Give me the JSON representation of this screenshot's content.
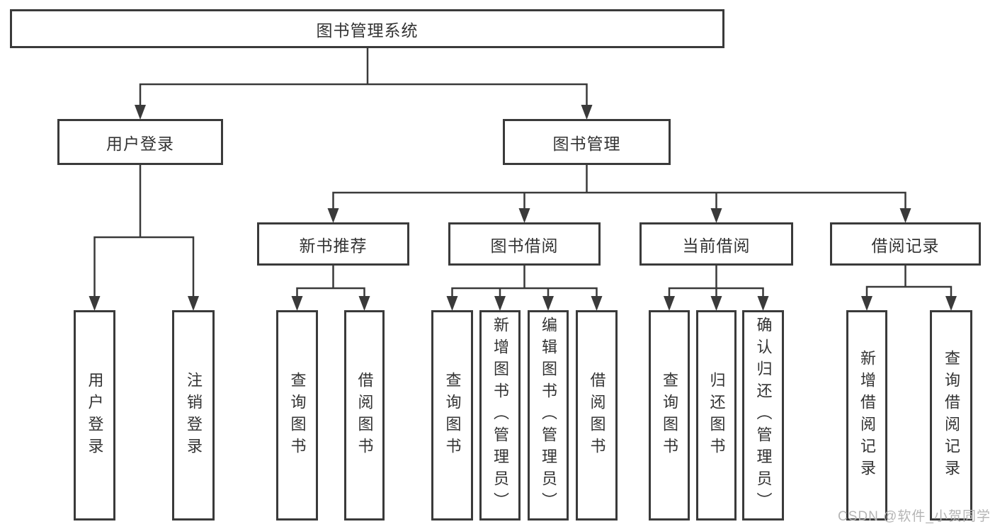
{
  "diagram": {
    "type": "hierarchy-tree",
    "title": "图书管理系统"
  },
  "nodes": {
    "root": {
      "label": "图书管理系统"
    },
    "user_login": {
      "label": "用户登录"
    },
    "book_mgmt": {
      "label": "图书管理"
    },
    "new_book_rec": {
      "label": "新书推荐"
    },
    "book_borrow": {
      "label": "图书借阅"
    },
    "current_borrow": {
      "label": "当前借阅"
    },
    "borrow_records": {
      "label": "借阅记录"
    },
    "ul_user_login": {
      "label": "用户登录"
    },
    "ul_logout": {
      "label": "注销登录"
    },
    "nbr_query_books": {
      "label": "查询图书"
    },
    "nbr_borrow_books": {
      "label": "借阅图书"
    },
    "bb_query_books": {
      "label": "查询图书"
    },
    "bb_add_books": {
      "label": "新增图书（管理员）"
    },
    "bb_edit_books": {
      "label": "编辑图书（管理员）"
    },
    "bb_borrow_books": {
      "label": "借阅图书"
    },
    "cb_query_books": {
      "label": "查询图书"
    },
    "cb_return_books": {
      "label": "归还图书"
    },
    "cb_confirm_return": {
      "label": "确认归还（管理员）"
    },
    "br_add_record": {
      "label": "新增借阅记录"
    },
    "br_query_record": {
      "label": "查询借阅记录"
    }
  },
  "edges": [
    {
      "from": "root",
      "to": "user_login"
    },
    {
      "from": "root",
      "to": "book_mgmt"
    },
    {
      "from": "user_login",
      "to": "ul_user_login"
    },
    {
      "from": "user_login",
      "to": "ul_logout"
    },
    {
      "from": "book_mgmt",
      "to": "new_book_rec"
    },
    {
      "from": "book_mgmt",
      "to": "book_borrow"
    },
    {
      "from": "book_mgmt",
      "to": "current_borrow"
    },
    {
      "from": "book_mgmt",
      "to": "borrow_records"
    },
    {
      "from": "new_book_rec",
      "to": "nbr_query_books"
    },
    {
      "from": "new_book_rec",
      "to": "nbr_borrow_books"
    },
    {
      "from": "book_borrow",
      "to": "bb_query_books"
    },
    {
      "from": "book_borrow",
      "to": "bb_add_books"
    },
    {
      "from": "book_borrow",
      "to": "bb_edit_books"
    },
    {
      "from": "book_borrow",
      "to": "bb_borrow_books"
    },
    {
      "from": "current_borrow",
      "to": "cb_query_books"
    },
    {
      "from": "current_borrow",
      "to": "cb_return_books"
    },
    {
      "from": "current_borrow",
      "to": "cb_confirm_return"
    },
    {
      "from": "borrow_records",
      "to": "br_add_record"
    },
    {
      "from": "borrow_records",
      "to": "br_query_record"
    }
  ],
  "watermark": {
    "text": "CSDN @软件_小贺同学"
  },
  "colors": {
    "line": "#3a3a3a",
    "box_border": "#3a3a3a",
    "text": "#333333",
    "box_background": "#ffffff",
    "page_background": "#ffffff",
    "watermark": "#b5b5b5"
  }
}
